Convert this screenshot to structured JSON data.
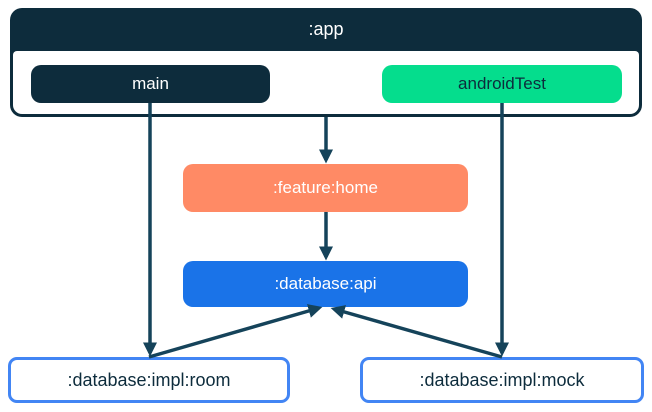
{
  "colors": {
    "navy": "#0D2C3C",
    "coral": "#FF8A65",
    "blue": "#1A73E8",
    "green": "#05DD8D",
    "impl_border_blue": "#4285F4",
    "edge_arrow": "#15435A",
    "background": "#FFFFFF"
  },
  "nodes": {
    "app": {
      "label": ":app"
    },
    "main": {
      "label": "main"
    },
    "android_test": {
      "label": "androidTest"
    },
    "feature_home": {
      "label": ":feature:home"
    },
    "database_api": {
      "label": ":database:api"
    },
    "database_impl_room": {
      "label": ":database:impl:room"
    },
    "database_impl_mock": {
      "label": ":database:impl:mock"
    }
  },
  "edges": [
    {
      "from": ":app",
      "to": ":feature:home"
    },
    {
      "from": "main",
      "to": ":database:impl:room"
    },
    {
      "from": "androidTest",
      "to": ":database:impl:mock"
    },
    {
      "from": ":feature:home",
      "to": ":database:api"
    },
    {
      "from": ":database:impl:room",
      "to": ":database:api"
    },
    {
      "from": ":database:impl:mock",
      "to": ":database:api"
    }
  ]
}
